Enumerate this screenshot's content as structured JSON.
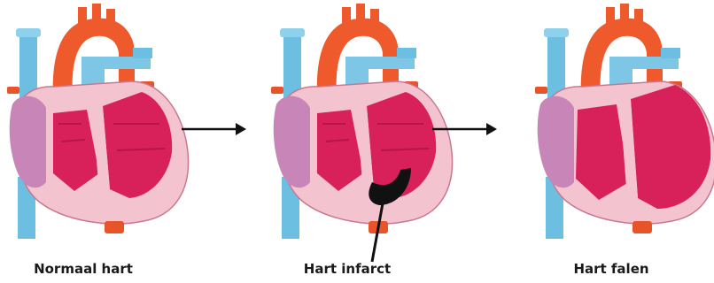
{
  "figure": {
    "panels": [
      {
        "label": "Normaal hart",
        "state": "normal"
      },
      {
        "label": "Hart infarct",
        "state": "infarct"
      },
      {
        "label": "Hart falen",
        "state": "failure"
      }
    ],
    "colors": {
      "aorta": "#ee5a2c",
      "vena_cava": "#6cbfe0",
      "pulmonary_artery": "#7dc6e6",
      "myocardium_outer": "#f3c3d0",
      "chamber": "#d8205a",
      "chamber_dark": "#b5154a",
      "atrium": "#c886b8",
      "vessel_stub": "#e8542a",
      "infarct": "#111111",
      "arrow": "#111111"
    }
  }
}
